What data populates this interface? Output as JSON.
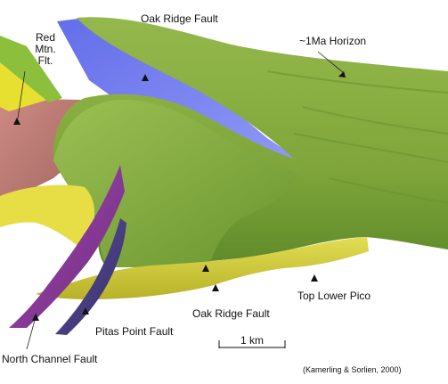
{
  "figure": {
    "labels": {
      "oak_ridge_fault_top": "Oak Ridge Fault",
      "red_mtn_flt_line1": "Red",
      "red_mtn_flt_line2": "Mtn.",
      "red_mtn_flt_line3": "Flt.",
      "horizon_1ma": "~1Ma Horizon",
      "top_lower_pico": "Top Lower Pico",
      "oak_ridge_fault_bottom": "Oak Ridge Fault",
      "pitas_point_fault": "Pitas Point Fault",
      "north_channel_fault": "North Channel Fault"
    },
    "scale_bar": {
      "label": "1 km"
    },
    "citation": "(Kamerling & Sorlien, 2000)"
  },
  "colors": {
    "horizon_green": "#7fa63a",
    "oak_ridge_blue": "#6f7cf2",
    "pico_yellow": "#d6d23e",
    "red_mtn_salmon": "#b8726a",
    "north_channel_purple": "#8a3a9a",
    "pitas_point_indigo": "#4a3f86"
  }
}
